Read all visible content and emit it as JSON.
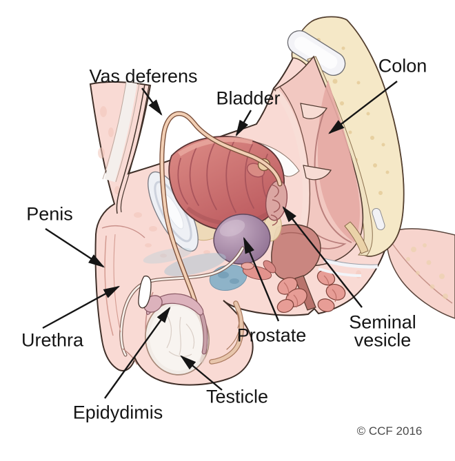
{
  "diagram": {
    "type": "anatomical-illustration",
    "subject": "Male pelvis sagittal cross-section",
    "copyright": "© CCF 2016",
    "labels": {
      "vas_deferens": "Vas deferens",
      "bladder": "Bladder",
      "colon": "Colon",
      "penis": "Penis",
      "urethra": "Urethra",
      "prostate": "Prostate",
      "seminal_vesicle": "Seminal vesicle",
      "epidydimis": "Epidydimis",
      "testicle": "Testicle"
    },
    "colors": {
      "background": "#ffffff",
      "flesh": "#f9dad4",
      "outline": "#3f2f28",
      "bone": "#f5e8c7",
      "bladder": "#c96f70",
      "prostate": "#967899",
      "seminal_vesicle": "#dba6a2",
      "colon": "#f2c8c1",
      "rectum": "#ca8680",
      "testicle": "#f2ece7",
      "epididymis": "#dcb2bc",
      "vas_tube": "#f2cfb4",
      "bulb_blue": "#7cadc7",
      "label_text": "#151515"
    }
  }
}
